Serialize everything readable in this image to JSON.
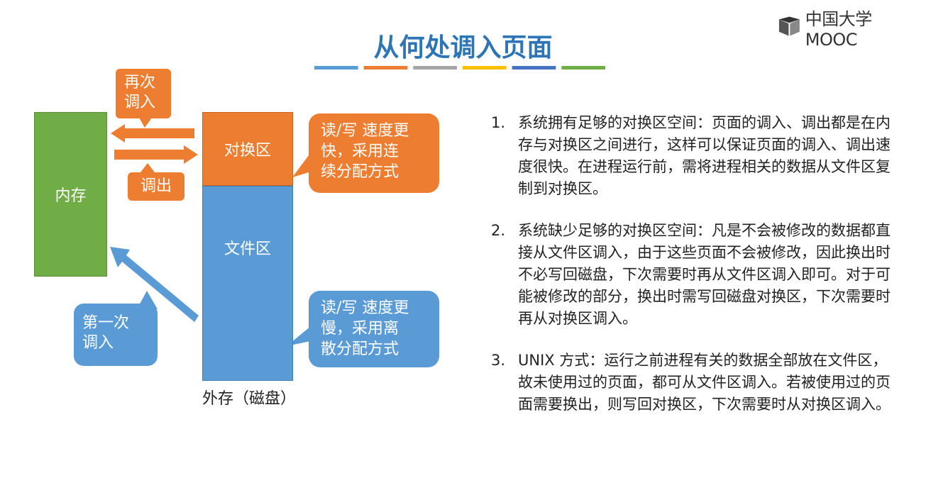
{
  "brand": {
    "logo_text": "中国大学MOOC",
    "logo_icon": "mooc-logo-icon"
  },
  "title": "从何处调入页面",
  "title_bar_colors": [
    "#5b9bd5",
    "#ed7d31",
    "#a5a5a5",
    "#ffc000",
    "#4472c4",
    "#70ad47"
  ],
  "diagram": {
    "memory_label": "内存",
    "swap_label": "对换区",
    "file_label": "文件区",
    "disk_label": "外存（磁盘）",
    "load_again_label": [
      "再次",
      "调入"
    ],
    "swap_out_label": "调出",
    "first_load_label": [
      "第一次",
      "调入"
    ],
    "swap_callout": [
      "读/写 速度更",
      "快，采用连",
      "续分配方式"
    ],
    "file_callout": [
      "读/写 速度更",
      "慢，采用离",
      "散分配方式"
    ]
  },
  "points": [
    {
      "num": "1.",
      "text": "系统拥有足够的对换区空间：页面的调入、调出都是在内存与对换区之间进行，这样可以保证页面的调入、调出速度很快。在进程运行前，需将进程相关的数据从文件区复制到对换区。"
    },
    {
      "num": "2.",
      "text": "系统缺少足够的对换区空间：凡是不会被修改的数据都直接从文件区调入，由于这些页面不会被修改，因此换出时不必写回磁盘，下次需要时再从文件区调入即可。对于可能被修改的部分，换出时需写回磁盘对换区，下次需要时再从对换区调入。"
    },
    {
      "num": "3.",
      "text": "UNIX 方式：运行之前进程有关的数据全部放在文件区，故未使用过的页面，都可从文件区调入。若被使用过的页面需要换出，则写回对换区，下次需要时从对换区调入。"
    }
  ]
}
